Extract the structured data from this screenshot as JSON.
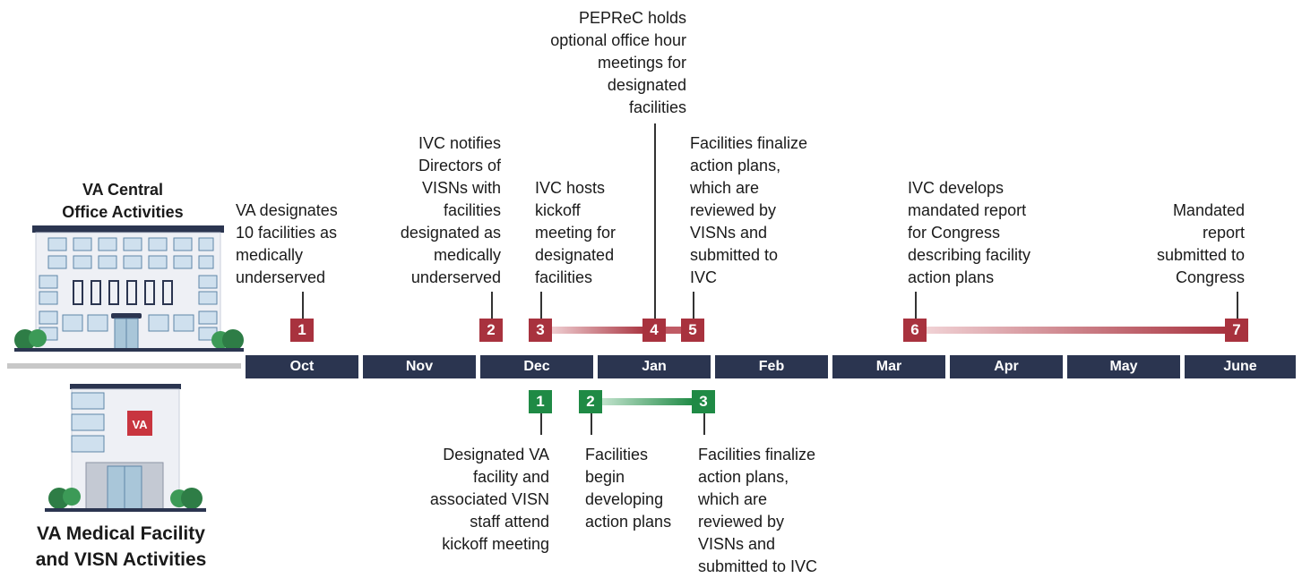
{
  "headers": {
    "central": "VA Central\nOffice Activities",
    "facility": "VA Medical Facility\nand VISN Activities"
  },
  "building_sign": "VA",
  "months": [
    "Oct",
    "Nov",
    "Dec",
    "Jan",
    "Feb",
    "Mar",
    "Apr",
    "May",
    "June"
  ],
  "central_events": [
    {
      "num": "1",
      "text": "VA designates\n10 facilities as\nmedically\nunderserved"
    },
    {
      "num": "2",
      "text": "IVC notifies\nDirectors of\nVISNs with\nfacilities\ndesignated as\nmedically\nunderserved"
    },
    {
      "num": "3",
      "text": "IVC hosts\nkickoff\nmeeting for\ndesignated\nfacilities"
    },
    {
      "num": "4",
      "text": "PEPReC holds\noptional office hour\nmeetings for\ndesignated\nfacilities"
    },
    {
      "num": "5",
      "text": "Facilities finalize\naction plans,\nwhich are\nreviewed by\nVISNs and\nsubmitted to\nIVC"
    },
    {
      "num": "6",
      "text": "IVC develops\nmandated report\nfor Congress\ndescribing facility\naction plans"
    },
    {
      "num": "7",
      "text": "Mandated\nreport\nsubmitted to\nCongress"
    }
  ],
  "facility_events": [
    {
      "num": "1",
      "text": "Designated VA\nfacility and\nassociated VISN\nstaff attend\nkickoff meeting"
    },
    {
      "num": "2",
      "text": "Facilities\nbegin\ndeveloping\naction plans"
    },
    {
      "num": "3",
      "text": "Facilities finalize\naction plans,\nwhich are\nreviewed by\nVISNs and\nsubmitted to IVC"
    }
  ],
  "colors": {
    "red": "#a8323e",
    "green": "#1f8a45",
    "navy": "#2b3550"
  }
}
